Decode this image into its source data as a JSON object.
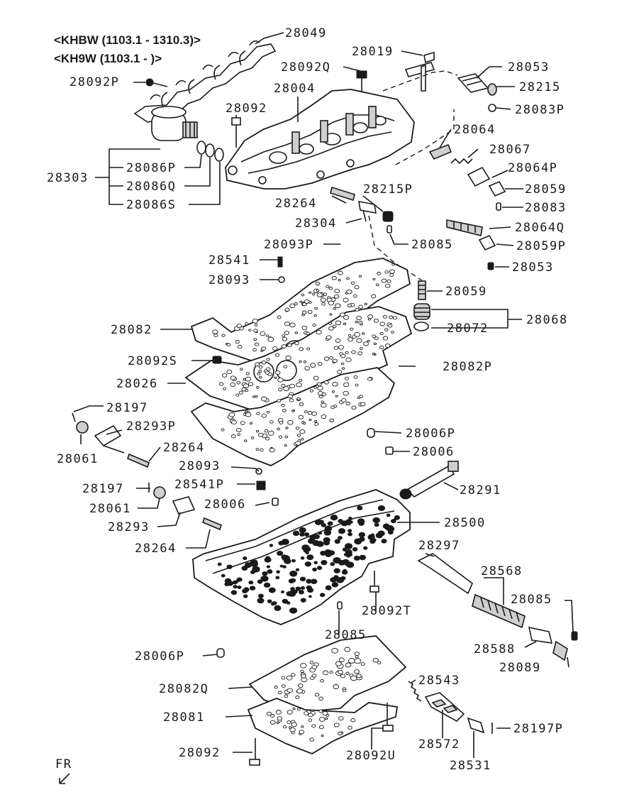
{
  "header": {
    "line1": "<KHBW (1103.1 - 1310.3)>",
    "line2": "<KH9W (1103.1 - )>"
  },
  "labels": {
    "p28049": "28049",
    "p28019": "28019",
    "p28092Q": "28092Q",
    "p28053a": "28053",
    "p28092P": "28092P",
    "p28004": "28004",
    "p28215": "28215",
    "p28083P": "28083P",
    "p28092a": "28092",
    "p28064": "28064",
    "p28067": "28067",
    "p28303": "28303",
    "p28086P": "28086P",
    "p28086Q": "28086Q",
    "p28086S": "28086S",
    "p28064P": "28064P",
    "p28215P": "28215P",
    "p28059a": "28059",
    "p28264a": "28264",
    "p28083": "28083",
    "p28304": "28304",
    "p28064Q": "28064Q",
    "p28085a": "28085",
    "p28093P": "28093P",
    "p28059P": "28059P",
    "p28541": "28541",
    "p28053b": "28053",
    "p28093a": "28093",
    "p28059b": "28059",
    "p28068": "28068",
    "p28082": "28082",
    "p28072": "28072",
    "p28092S": "28092S",
    "p28082P": "28082P",
    "p28026": "28026",
    "p28197a": "28197",
    "p28293P": "28293P",
    "p28006P": "28006P",
    "p28264b": "28264",
    "p28006a": "28006",
    "p28061a": "28061",
    "p28093b": "28093",
    "p28291": "28291",
    "p28197b": "28197",
    "p28541P": "28541P",
    "p28061b": "28061",
    "p28006b": "28006",
    "p28293": "28293",
    "p28500": "28500",
    "p28264c": "28264",
    "p28297": "28297",
    "p28568": "28568",
    "p28085b": "28085",
    "p28092T": "28092T",
    "p28085c": "28085",
    "p28588": "28588",
    "p28006Pb": "28006P",
    "p28089": "28089",
    "p28543": "28543",
    "p28082Q": "28082Q",
    "p28081": "28081",
    "p28197P": "28197P",
    "p28572": "28572",
    "p28092b": "28092",
    "p28092U": "28092U",
    "p28531": "28531",
    "fr": "FR"
  }
}
